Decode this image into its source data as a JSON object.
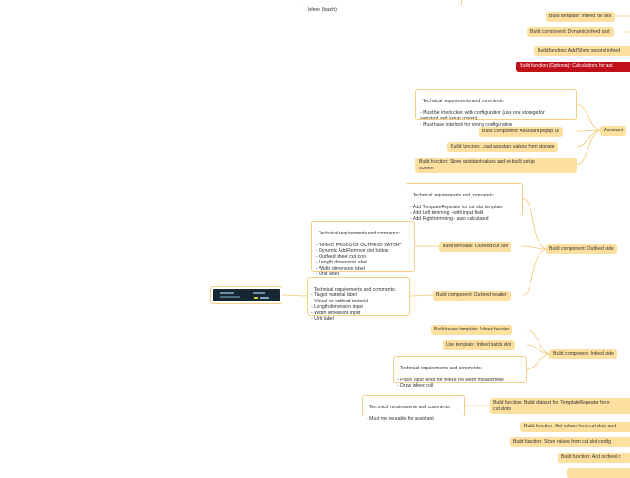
{
  "nodes": {
    "infeed_tail": "Infeed (batch)",
    "build_template_infeed_roll_slot": "Build template: Infeed roll slot",
    "build_component_dynamic_infeed_part": "Build component: Dynamic infeed part",
    "build_function_add_show_second_infeed": "Build function: Add/Show second infeed",
    "build_function_optional_calculations": "Build function (Optional): Calculations for aut",
    "assistant_tech_comments": "Technical requirements and comments:\n\n- Must be interlocked with configuration (use one storage for\nassistant and setup screen)\n- Must have interlock for wrong configuration",
    "build_component_assistant_popup": "Build component: Assistant popup UI",
    "build_function_load_assistant_values": "Build function: Load assistant values from storage",
    "build_function_store_assistant_values": "Build function: Store assistant values and re-build setup\nscreen",
    "assistant": "Assistant",
    "outfeed_slot_tech_comments": "Technical requirements and comments:\n\n- Add TemplateRepeater for cut slot template\n- Add Left trimming - with input field\n- Add Right trimming - auto calculated",
    "outfeed_cut_slot_tech_comments": "Technical requirements and comments:\n\n- \"MIMIC PRODUCE OUTFEED BATCH\"\n- Dynamic Add/Remove slot button\n- Outfeed sheet cut icon\n- Length dimension label\n- Width dimension label\n- Unit label",
    "build_template_outfeed_cut_slot": "Build template: Outfeed cut slot",
    "build_component_outfeed_side": "Build component: Outfeed side",
    "outfeed_header_tech_comments": "Technical requirements and comments:\n- Target material label\n- Visual for outfeed material\n- Length dimension input\n- Width dimension input\n- Unit label",
    "build_component_outfeed_header": "Build component: Outfeed header",
    "build_reuse_template_infeed_header": "Build/reuse template: Infeed header",
    "use_template_infeed_batch_slot": "Use template: Infeed batch slot",
    "build_component_infeed_side": "Build component: Infeed side",
    "infeed_side_tech_comments": "Technical requirements and comments:\n\n- Place input fields for infeed roll width measurment\n- Draw infeed roll",
    "dataset_tech_comments": "Technical requirements and comments:\n\n- Must me reusable for assistant",
    "build_function_build_dataset": "Build function: Build dataset for  TemplateRepeater for o\ncut slots",
    "build_function_get_values": "Build function: Get values from cut slots and",
    "build_function_store_values": "Build function: Store values from cut slot config",
    "build_function_add_outfeed": "Build function: Add outfeed c"
  },
  "colors": {
    "node_fill": "#fde0a0",
    "box_border": "#f4ce82",
    "accent_red": "#c0101a",
    "link": "#f0c870"
  }
}
